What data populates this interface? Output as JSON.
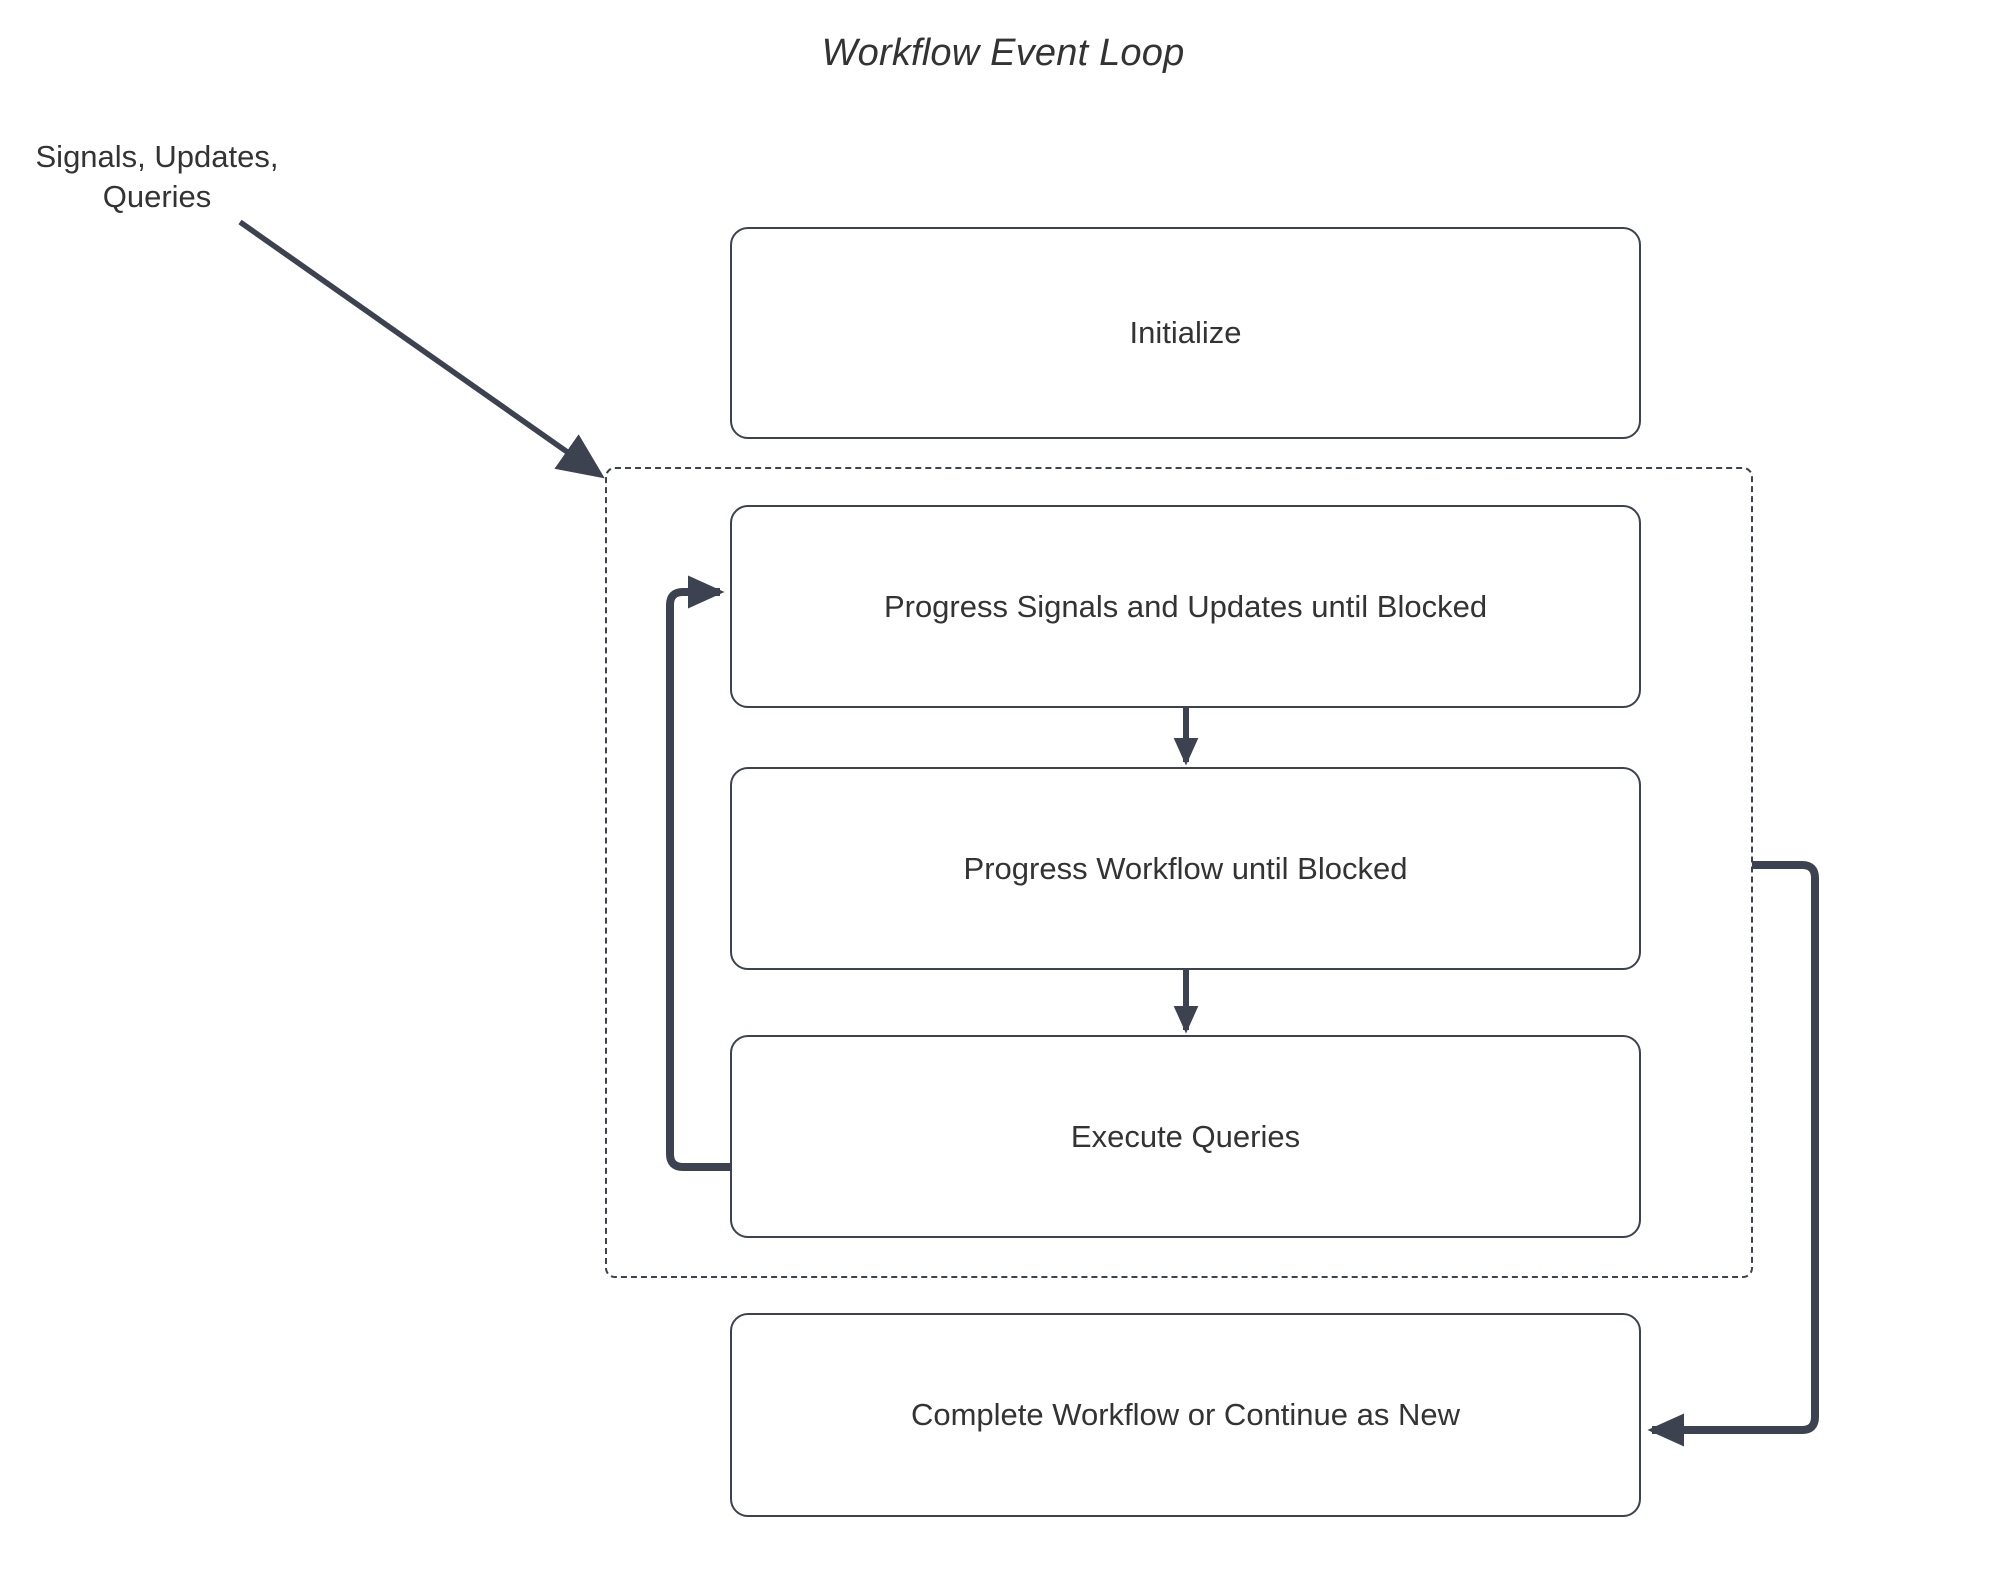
{
  "diagram": {
    "title": "Workflow Event Loop",
    "type": "flowchart",
    "external_label": "Signals, Updates,\nQueries",
    "colors": {
      "stroke": "#3d4250",
      "text": "#333333",
      "background": "#ffffff",
      "node_fill": "#ffffff"
    },
    "nodes": [
      {
        "id": "initialize",
        "label": "Initialize"
      },
      {
        "id": "progress_su",
        "label": "Progress Signals and Updates until Blocked"
      },
      {
        "id": "progress_wf",
        "label": "Progress Workflow until Blocked"
      },
      {
        "id": "execute_q",
        "label": "Execute Queries"
      },
      {
        "id": "complete",
        "label": "Complete Workflow or Continue as New"
      }
    ],
    "group": {
      "id": "event_loop_group",
      "style": "dashed",
      "label": ""
    },
    "edges": [
      {
        "from": "external_label",
        "to": "event_loop_group",
        "style": "solid",
        "arrow": true
      },
      {
        "from": "progress_su",
        "to": "progress_wf",
        "style": "solid",
        "arrow": true
      },
      {
        "from": "progress_wf",
        "to": "execute_q",
        "style": "solid",
        "arrow": true
      },
      {
        "from": "execute_q",
        "to": "progress_su",
        "style": "solid",
        "arrow": true
      },
      {
        "from": "event_loop_group",
        "to": "complete",
        "style": "solid",
        "arrow": true
      }
    ]
  }
}
